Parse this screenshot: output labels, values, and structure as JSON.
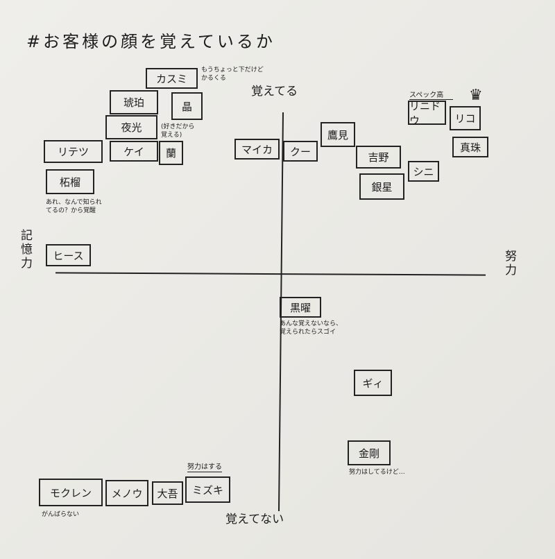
{
  "title": "#お客様の顔を覚えているか",
  "axes": {
    "top": "覚えてる",
    "bottom": "覚えてない",
    "left": "記憶力",
    "right": "努力"
  },
  "boxes": {
    "kasumi": "カスミ",
    "kohaku": "琥珀",
    "akira": "晶",
    "yakou": "夜光",
    "kei": "ケイ",
    "ran": "蘭",
    "ritetsu": "リテツ",
    "zakuro": "柘榴",
    "maika": "マイカ",
    "ku": "クー",
    "takami": "鷹見",
    "yoshino": "吉野",
    "shini": "シニ",
    "ginsei": "銀星",
    "rindou": "リニドウ",
    "riko": "リコ",
    "shinju": "真珠",
    "hisu": "ヒース",
    "kokuyou": "黒曜",
    "gii": "ギィ",
    "kongou": "金剛",
    "mokuren": "モクレン",
    "menou": "メノウ",
    "daigo": "大吾",
    "mizuki": "ミズキ"
  },
  "notes": {
    "kasumi": "もうちょっと下だけど\nかるくる",
    "akira": "(好きだから\n覚える)",
    "zakuro": "あれ、なんで知られ\nてるの？から覚醒",
    "spec": "スペック高",
    "kokuyou": "あんな覚えないなら、\n覚えられたらスゴイ",
    "kongou": "努力はしてるけど…",
    "mizuki": "努力はする",
    "mokuren": "がんばらない"
  }
}
